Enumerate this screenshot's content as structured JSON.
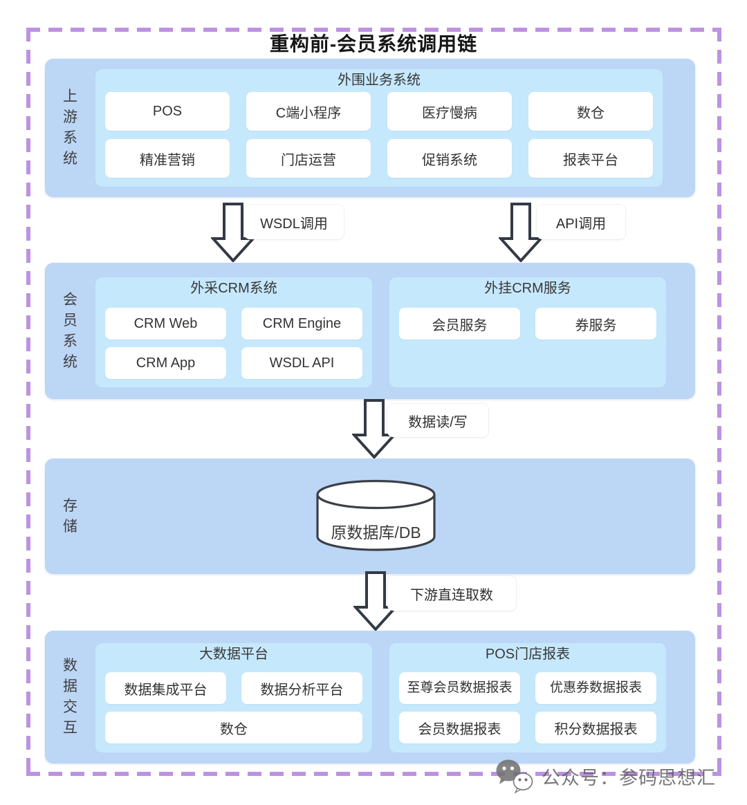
{
  "title": "重构前-会员系统调用链",
  "sections": {
    "upstream": {
      "label": "上游系统",
      "container": {
        "title": "外围业务系统",
        "boxes": [
          "POS",
          "C端小程序",
          "医疗慢病",
          "数仓",
          "精准营销",
          "门店运营",
          "促销系统",
          "报表平台"
        ]
      }
    },
    "member": {
      "label": "会员系统",
      "purchased_crm": {
        "title": "外采CRM系统",
        "boxes": [
          "CRM Web",
          "CRM Engine",
          "CRM App",
          "WSDL API"
        ]
      },
      "plugin_crm": {
        "title": "外挂CRM服务",
        "boxes": [
          "会员服务",
          "券服务"
        ]
      }
    },
    "storage": {
      "label": "存储",
      "database_label": "原数据库/DB"
    },
    "data_exchange": {
      "label": "数据交互",
      "bigdata": {
        "title": "大数据平台",
        "boxes": [
          "数据集成平台",
          "数据分析平台",
          "数仓"
        ]
      },
      "pos_reports": {
        "title": "POS门店报表",
        "boxes": [
          "至尊会员数据报表",
          "优惠券数据报表",
          "会员数据报表",
          "积分数据报表"
        ]
      }
    }
  },
  "arrows": {
    "wsdl": "WSDL调用",
    "api": "API调用",
    "readwrite": "数据读/写",
    "downstream": "下游直连取数"
  },
  "watermark": "公众号：参码思想汇",
  "colors": {
    "section_bg": "#bcd6f6",
    "container_bg": "#c6e8fc",
    "frame_dash": "#bd92e0",
    "arrow_outline": "#333a44",
    "box_bg": "#ffffff"
  }
}
